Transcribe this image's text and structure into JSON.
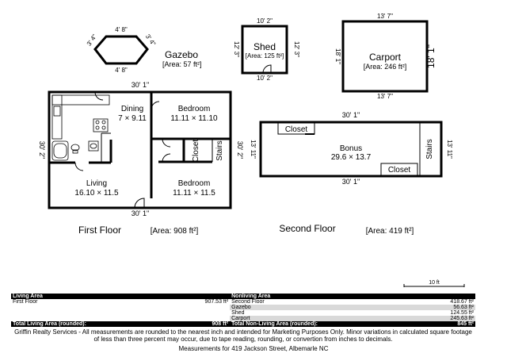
{
  "gazebo": {
    "name": "Gazebo",
    "area": "[Area: 57 ft²]",
    "dim_top": "4' 8\"",
    "dim_bottom": "4' 8\"",
    "dim_side_a": "3' 4\"",
    "dim_side_b": "3' 4\""
  },
  "shed": {
    "name": "Shed",
    "area": "[Area: 125 ft²]",
    "dim_top": "10' 2\"",
    "dim_bottom": "10' 2\"",
    "dim_left": "12' 3\"",
    "dim_right": "12' 3\""
  },
  "carport": {
    "name": "Carport",
    "area": "[Area: 246 ft²]",
    "dim_top": "13' 7\"",
    "dim_bottom": "13' 7\"",
    "dim_right": "18' 1\"",
    "dim_left": "18' 1\""
  },
  "first_floor": {
    "title": "First Floor",
    "area": "[Area: 908 ft²]",
    "dim_top": "30' 1\"",
    "dim_bottom": "30' 1\"",
    "dim_left": "30' 2\"",
    "dim_right": "30' 2\"",
    "rooms": [
      {
        "name": "Dining",
        "size": "7 × 9.11"
      },
      {
        "name": "Bedroom",
        "size": "11.11 × 11.10"
      },
      {
        "name": "Living",
        "size": "16.10 × 11.5"
      },
      {
        "name": "Bedroom",
        "size": "11.11 × 11.5"
      }
    ],
    "closet": "Closet",
    "stairs": "Stairs"
  },
  "second_floor": {
    "title": "Second Floor",
    "area": "[Area: 419 ft²]",
    "dim_top": "30' 1\"",
    "dim_bottom": "30' 1\"",
    "dim_left": "13' 11\"",
    "dim_right": "13' 11\"",
    "room": {
      "name": "Bonus",
      "size": "29.6 × 13.7"
    },
    "closet_a": "Closet",
    "closet_b": "Closet",
    "stairs": "Stairs"
  },
  "scale": {
    "label": "10 ft"
  },
  "table": {
    "living_header": "Living Area",
    "nonliving_header": "Nonliving Area",
    "living_rows": [
      {
        "name": "First Floor",
        "value": "907.53 ft²"
      }
    ],
    "nonliving_rows": [
      {
        "name": "Second Floor",
        "value": "418.67 ft²"
      },
      {
        "name": "Gazebo",
        "value": "56.63 ft²"
      },
      {
        "name": "Shed",
        "value": "124.55 ft²"
      },
      {
        "name": "Carport",
        "value": "245.63 ft²"
      }
    ],
    "total_living_label": "Total Living Area (rounded):",
    "total_living_value": "908 ft²",
    "total_nonliving_label": "Total Non-Living Area (rounded):",
    "total_nonliving_value": "845 ft²"
  },
  "disclaimer": "Griffin Realty Services - All measurements are rounded to the nearest inch and intended for Marketing Purposes Only. Minor variations in calculated square footage of less than three percent may occur, due to tape reading, rounding, or convertion from inches to decimals.",
  "footer": "Measurements for 419 Jackson Street, Albemarle NC"
}
